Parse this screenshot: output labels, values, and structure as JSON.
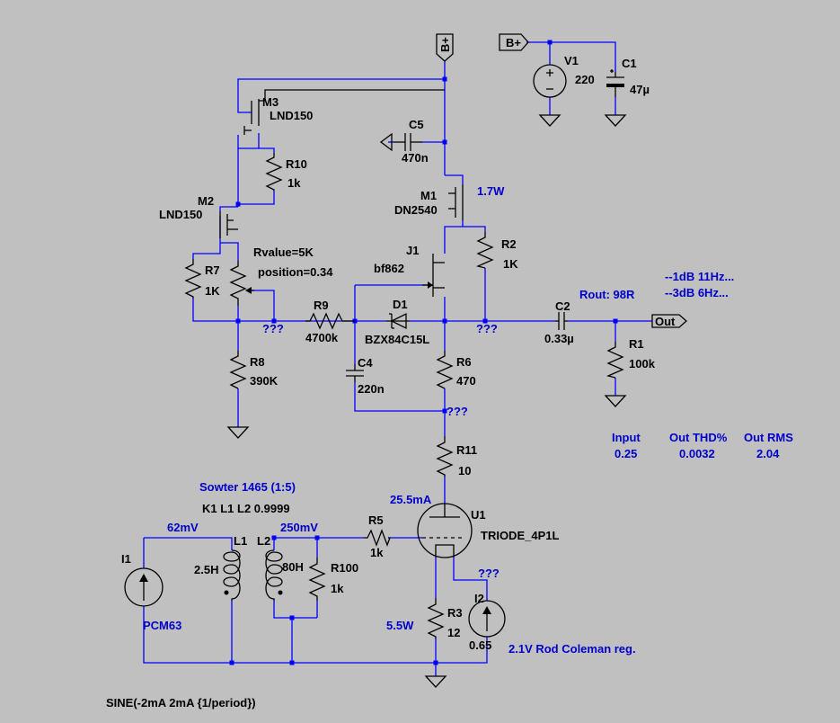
{
  "colors": {
    "background": "#c0c0c0",
    "wire": "#0000ff",
    "component": "#000000",
    "annotation": "#0000cc"
  },
  "labels": {
    "bplus_top": "B+",
    "bplus_supply": "B+",
    "out": "Out",
    "m3_ref": "M3",
    "m3_val": "LND150",
    "r10_ref": "R10",
    "r10_val": "1k",
    "m2_ref": "M2",
    "m2_val": "LND150",
    "r7_ref": "R7",
    "r7_val": "1K",
    "pot_rvalue": "Rvalue=5K",
    "pot_position": "position=0.34",
    "r8_ref": "R8",
    "r8_val": "390K",
    "r9_ref": "R9",
    "r9_val": "4700k",
    "c5_ref": "C5",
    "c5_val": "470n",
    "m1_ref": "M1",
    "m1_val": "DN2540",
    "m1_power": "1.7W",
    "r2_ref": "R2",
    "r2_val": "1K",
    "j1_ref": "J1",
    "j1_val": "bf862",
    "d1_ref": "D1",
    "d1_val": "BZX84C15L",
    "c4_ref": "C4",
    "c4_val": "220n",
    "r6_ref": "R6",
    "r6_val": "470",
    "c2_ref": "C2",
    "c2_val": "0.33µ",
    "r1_ref": "R1",
    "r1_val": "100k",
    "rout": "Rout: 98R",
    "freq1": "--1dB   11Hz...",
    "freq2": "--3dB    6Hz...",
    "v1_ref": "V1",
    "v1_val": "220",
    "c1_ref": "C1",
    "c1_val": "47µ",
    "r11_ref": "R11",
    "r11_val": "10",
    "tube_current": "25.5mA",
    "u1_ref": "U1",
    "u1_val": "TRIODE_4P1L",
    "r5_ref": "R5",
    "r5_val": "1k",
    "sowter": "Sowter 1465 (1:5)",
    "kline": "K1 L1 L2 0.9999",
    "v_prim": "62mV",
    "v_sec": "250mV",
    "l1_ref": "L1",
    "l1_val": "2.5H",
    "l2_ref": "L2",
    "l2_val": "80H",
    "r100_ref": "R100",
    "r100_val": "1k",
    "i1_ref": "I1",
    "i1_val": "PCM63",
    "r3_ref": "R3",
    "r3_val": "12",
    "r3_power": "5.5W",
    "i2_ref": "I2",
    "i2_val": "0.65",
    "i2_note": "2.1V Rod Coleman reg.",
    "sine": "SINE(-2mA 2mA {1/period})",
    "unknown": "???"
  },
  "measurements": {
    "col1_header": "Input",
    "col1_value": "0.25",
    "col2_header": "Out THD%",
    "col2_value": "0.0032",
    "col3_header": "Out RMS",
    "col3_value": "2.04"
  }
}
